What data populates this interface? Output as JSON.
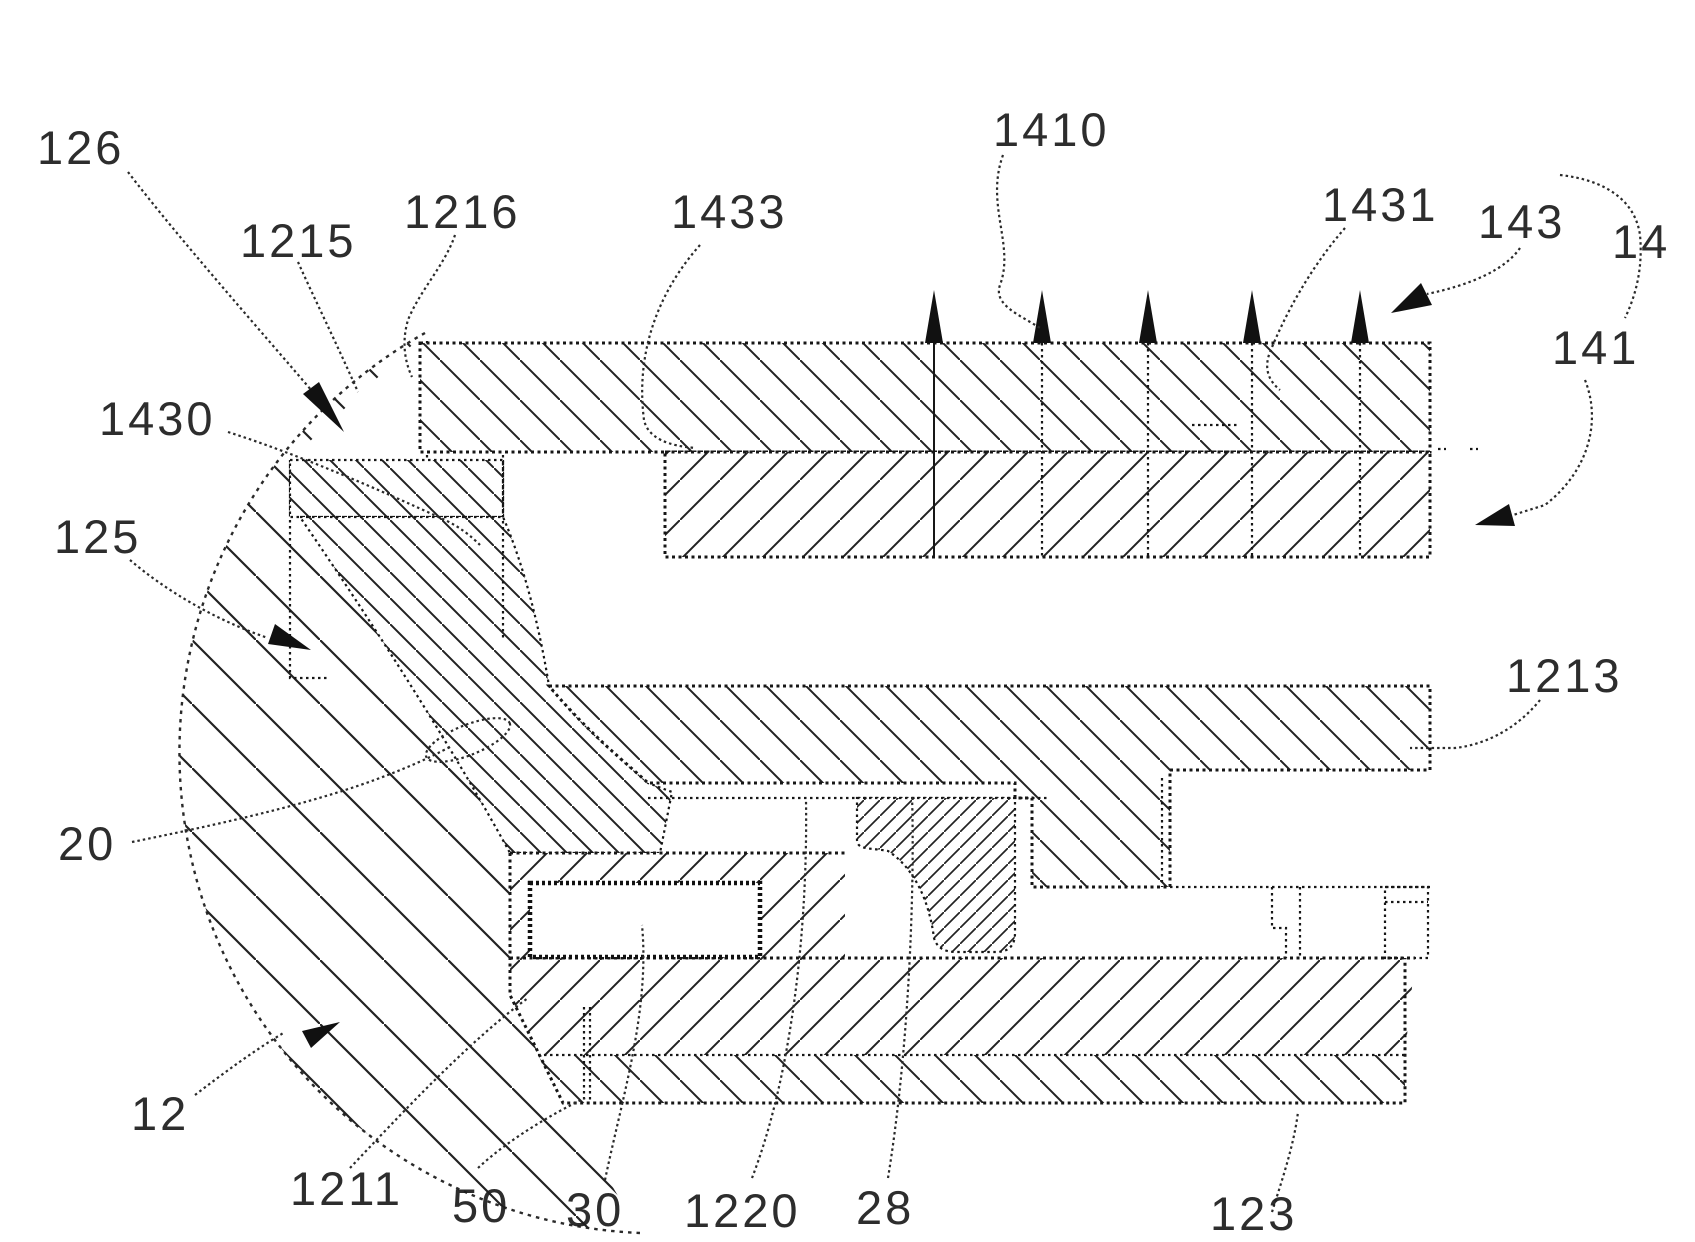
{
  "figure": {
    "kind": "patent cross-section drawing",
    "background_color": "#ffffff",
    "line_color": "#1c1c1c"
  },
  "labels": [
    {
      "id": "126",
      "text": "126"
    },
    {
      "id": "1215",
      "text": "1215"
    },
    {
      "id": "1216",
      "text": "1216"
    },
    {
      "id": "1433",
      "text": "1433"
    },
    {
      "id": "1410",
      "text": "1410"
    },
    {
      "id": "1431",
      "text": "1431"
    },
    {
      "id": "143",
      "text": "143"
    },
    {
      "id": "14",
      "text": "14"
    },
    {
      "id": "141",
      "text": "141"
    },
    {
      "id": "1430",
      "text": "1430"
    },
    {
      "id": "125",
      "text": "125"
    },
    {
      "id": "1213",
      "text": "1213"
    },
    {
      "id": "20",
      "text": "20"
    },
    {
      "id": "12",
      "text": "12"
    },
    {
      "id": "1211",
      "text": "1211"
    },
    {
      "id": "50",
      "text": "50"
    },
    {
      "id": "30",
      "text": "30"
    },
    {
      "id": "1220",
      "text": "1220"
    },
    {
      "id": "28",
      "text": "28"
    },
    {
      "id": "123",
      "text": "123"
    }
  ]
}
